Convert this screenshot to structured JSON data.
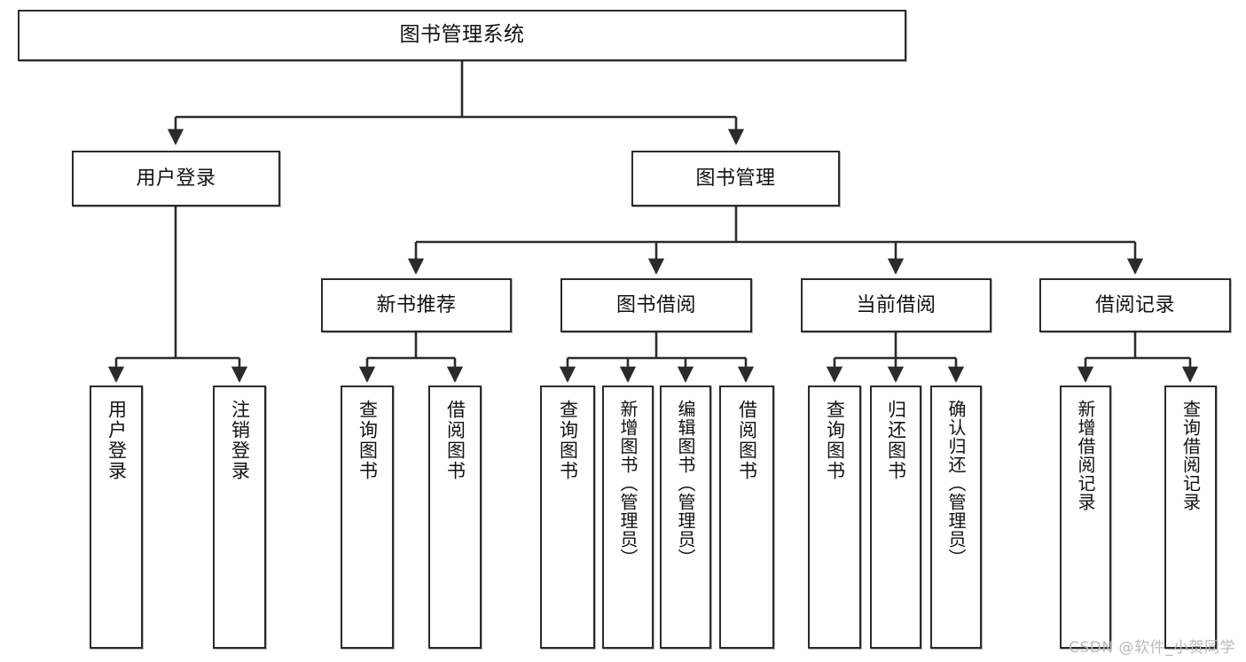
{
  "diagram": {
    "type": "tree-hierarchy",
    "title": "图书管理系统",
    "watermark": "CSDN @软件_小贺同学",
    "colors": {
      "stroke": "#2b2b2b",
      "fill": "#ffffff",
      "text": "#111111",
      "watermark": "#b9b9b9"
    },
    "levels": [
      {
        "level": 1,
        "nodes": [
          {
            "id": "root",
            "label": "图书管理系统",
            "orientation": "horizontal"
          }
        ]
      },
      {
        "level": 2,
        "nodes": [
          {
            "id": "n_user_login",
            "label": "用户登录",
            "parent": "root",
            "orientation": "horizontal"
          },
          {
            "id": "n_book_mgmt",
            "label": "图书管理",
            "parent": "root",
            "orientation": "horizontal"
          }
        ]
      },
      {
        "level": 3,
        "nodes": [
          {
            "id": "n_new_book_rec",
            "label": "新书推荐",
            "parent": "n_book_mgmt",
            "orientation": "horizontal"
          },
          {
            "id": "n_book_borrow",
            "label": "图书借阅",
            "parent": "n_book_mgmt",
            "orientation": "horizontal"
          },
          {
            "id": "n_current_borrow",
            "label": "当前借阅",
            "parent": "n_book_mgmt",
            "orientation": "horizontal"
          },
          {
            "id": "n_borrow_record",
            "label": "借阅记录",
            "parent": "n_book_mgmt",
            "orientation": "horizontal"
          }
        ]
      },
      {
        "level": 4,
        "nodes": [
          {
            "id": "l_user_login",
            "label": "用户登录",
            "parent": "n_user_login",
            "orientation": "vertical"
          },
          {
            "id": "l_logout",
            "label": "注销登录",
            "parent": "n_user_login",
            "orientation": "vertical"
          },
          {
            "id": "l_query_book_1",
            "label": "查询图书",
            "parent": "n_new_book_rec",
            "orientation": "vertical"
          },
          {
            "id": "l_borrow_book_1",
            "label": "借阅图书",
            "parent": "n_new_book_rec",
            "orientation": "vertical"
          },
          {
            "id": "l_query_book_2",
            "label": "查询图书",
            "parent": "n_book_borrow",
            "orientation": "vertical"
          },
          {
            "id": "l_add_book",
            "label": "新增图书（管理员）",
            "parent": "n_book_borrow",
            "orientation": "vertical"
          },
          {
            "id": "l_edit_book",
            "label": "编辑图书（管理员）",
            "parent": "n_book_borrow",
            "orientation": "vertical"
          },
          {
            "id": "l_borrow_book_2",
            "label": "借阅图书",
            "parent": "n_book_borrow",
            "orientation": "vertical"
          },
          {
            "id": "l_query_book_3",
            "label": "查询图书",
            "parent": "n_current_borrow",
            "orientation": "vertical"
          },
          {
            "id": "l_return_book",
            "label": "归还图书",
            "parent": "n_current_borrow",
            "orientation": "vertical"
          },
          {
            "id": "l_confirm_return",
            "label": "确认归还（管理员）",
            "parent": "n_current_borrow",
            "orientation": "vertical"
          },
          {
            "id": "l_add_record",
            "label": "新增借阅记录",
            "parent": "n_borrow_record",
            "orientation": "vertical"
          },
          {
            "id": "l_query_record",
            "label": "查询借阅记录",
            "parent": "n_borrow_record",
            "orientation": "vertical"
          }
        ]
      }
    ]
  }
}
